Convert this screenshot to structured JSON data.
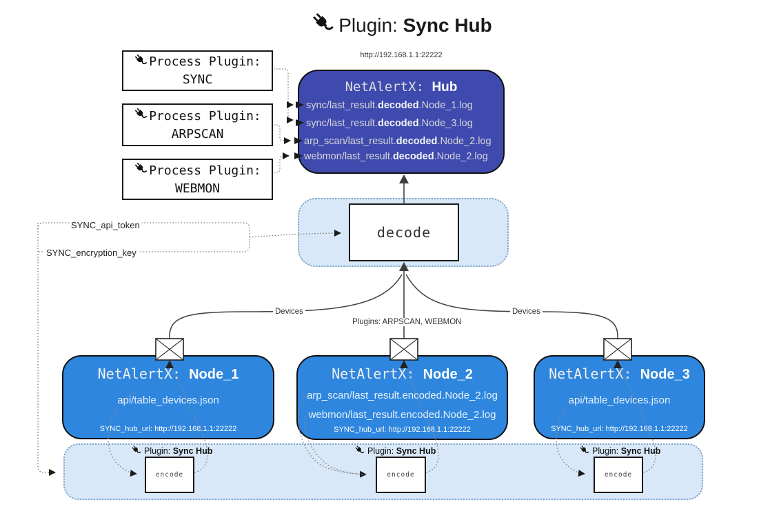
{
  "title": {
    "prefix": "Plugin: ",
    "name": "Sync Hub"
  },
  "hub": {
    "url": "http://192.168.1.1:22222",
    "title_prefix": "NetAlertX: ",
    "title_name": "Hub",
    "lines": [
      {
        "pre": "sync/last_result.",
        "bold": "decoded",
        "post": ".Node_1.log"
      },
      {
        "pre": "sync/last_result.",
        "bold": "decoded",
        "post": ".Node_3.log"
      },
      {
        "pre": "arp_scan/last_result.",
        "bold": "decoded",
        "post": ".Node_2.log"
      },
      {
        "pre": "webmon/last_result.",
        "bold": "decoded",
        "post": ".Node_2.log"
      }
    ]
  },
  "process_plugins": [
    {
      "label": "Process Plugin:",
      "name": "SYNC"
    },
    {
      "label": "Process Plugin:",
      "name": "ARPSCAN"
    },
    {
      "label": "Process Plugin:",
      "name": "WEBMON"
    }
  ],
  "keys": {
    "api_token": "SYNC_api_token",
    "encryption_key": "SYNC_encryption_key"
  },
  "decode_label": "decode",
  "edge_labels": {
    "devices_left": "Devices",
    "plugins_center": "Plugins: ARPSCAN, WEBMON",
    "devices_right": "Devices"
  },
  "nodes": [
    {
      "title_prefix": "NetAlertX: ",
      "title_name": "Node_1",
      "lines": [
        "api/table_devices.json"
      ],
      "hub_url": "SYNC_hub_url: http://192.168.1.1:22222"
    },
    {
      "title_prefix": "NetAlertX: ",
      "title_name": "Node_2",
      "lines": [
        "arp_scan/last_result.encoded.Node_2.log",
        "webmon/last_result.encoded.Node_2.log"
      ],
      "hub_url": "SYNC_hub_url: http://192.168.1.1:22222"
    },
    {
      "title_prefix": "NetAlertX: ",
      "title_name": "Node_3",
      "lines": [
        "api/table_devices.json"
      ],
      "hub_url": "SYNC_hub_url: http://192.168.1.1:22222"
    }
  ],
  "band": {
    "plugin_prefix": "Plugin: ",
    "plugin_name": "Sync Hub",
    "encode_label": "encode"
  },
  "colors": {
    "hub_fill": "#3F4AAF",
    "node_fill": "#2E86DE",
    "panel_fill": "#D8E8F8",
    "panel_border": "#7BA3C9",
    "solid_line": "#454545",
    "dotted_line": "#8A8A8A"
  }
}
